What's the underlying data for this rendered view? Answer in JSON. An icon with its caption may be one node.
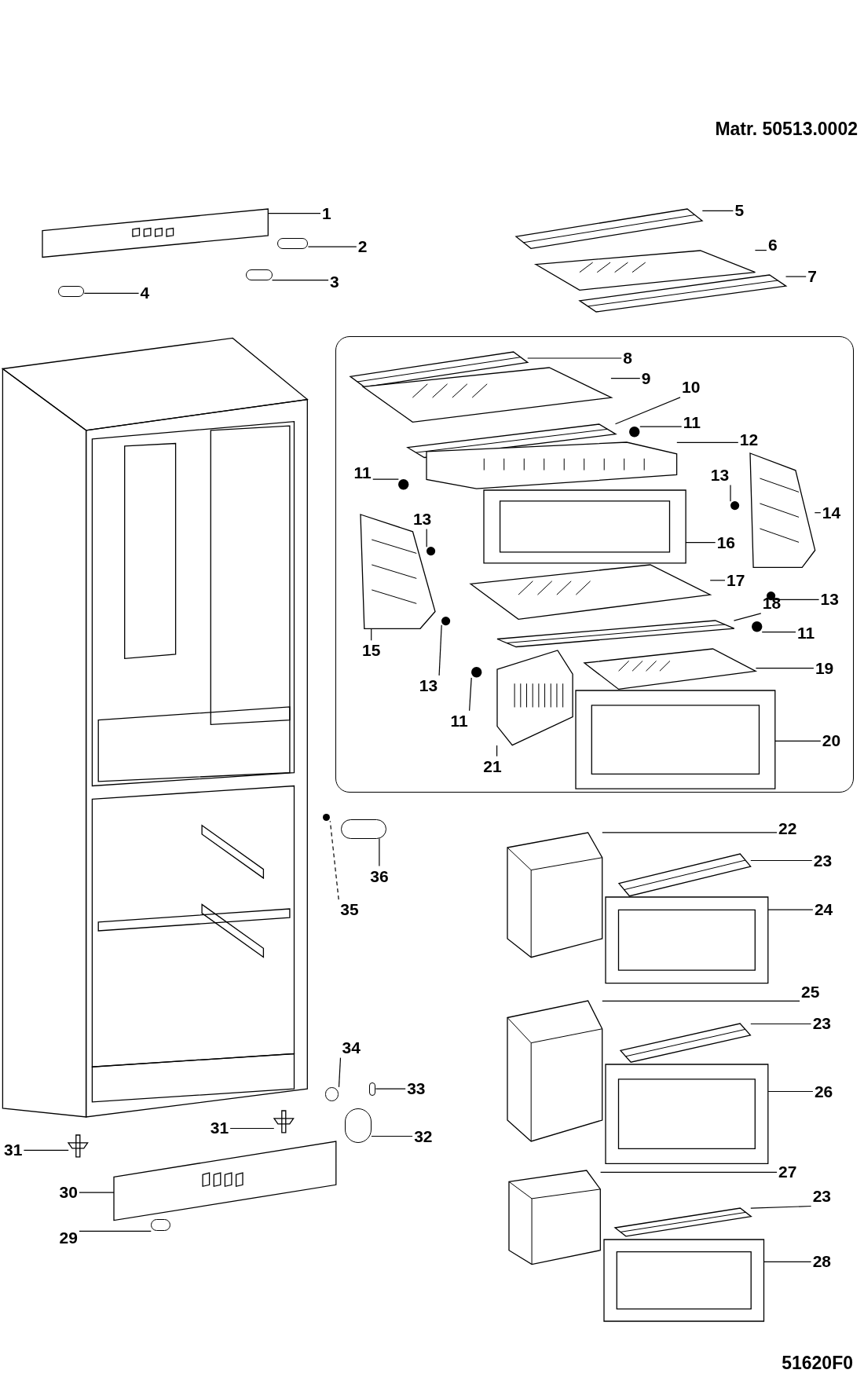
{
  "diagram": {
    "nodes": [
      {
        "text": [
          "1"
        ]
      },
      {
        "text": [],
        "shape": "picture"
      },
      {
        "text": [
          "2"
        ]
      },
      {
        "text": [],
        "shape": "box"
      },
      {
        "text": [
          "3"
        ]
      },
      {
        "text": [],
        "shape": "box"
      },
      {
        "text": [
          "4"
        ]
      },
      {
        "text": [],
        "shape": "box"
      },
      {
        "text": [
          "5"
        ]
      },
      {
        "text": [],
        "shape": "picture"
      },
      {
        "text": [
          "6"
        ]
      },
      {
        "text": [],
        "shape": "picture"
      },
      {
        "text": [
          "7"
        ]
      },
      {
        "text": [],
        "shape": "picture"
      },
      {
        "text": [],
        "shape": "box"
      },
      {
        "text": [
          "8"
        ],
        "in": 14
      },
      {
        "text": [],
        "shape": "picture",
        "in": 14
      },
      {
        "text": [
          "9"
        ],
        "in": 14
      },
      {
        "text": [],
        "shape": "picture",
        "in": 14
      },
      {
        "text": [
          "10"
        ],
        "in": 14
      },
      {
        "text": [],
        "shape": "picture",
        "in": 14
      },
      {
        "text": [
          "11"
        ],
        "in": 14
      },
      {
        "text": [],
        "shape": "circle",
        "in": 14
      },
      {
        "text": [
          "12"
        ],
        "in": 14
      },
      {
        "text": [],
        "shape": "picture",
        "in": 14
      },
      {
        "text": [
          "11"
        ],
        "in": 14
      },
      {
        "text": [],
        "shape": "circle",
        "in": 14
      },
      {
        "text": [
          "13"
        ],
        "in": 14
      },
      {
        "text": [],
        "shape": "circle",
        "in": 14
      },
      {
        "text": [
          "14"
        ],
        "in": 14
      },
      {
        "text": [],
        "shape": "picture",
        "in": 14
      },
      {
        "text": [
          "16"
        ],
        "in": 14
      },
      {
        "text": [],
        "shape": "picture",
        "in": 14
      },
      {
        "text": [
          "13"
        ],
        "in": 14
      },
      {
        "text": [],
        "shape": "circle",
        "in": 14
      },
      {
        "text": [
          "15"
        ],
        "in": 14
      },
      {
        "text": [],
        "shape": "picture",
        "in": 14
      },
      {
        "text": [
          "17"
        ],
        "in": 14
      },
      {
        "text": [],
        "shape": "picture",
        "in": 14
      },
      {
        "text": [
          "13"
        ],
        "in": 14
      },
      {
        "text": [],
        "shape": "circle",
        "in": 14
      },
      {
        "text": [
          "18"
        ],
        "in": 14
      },
      {
        "text": [],
        "shape": "picture",
        "in": 14
      },
      {
        "text": [
          "11"
        ],
        "in": 14
      },
      {
        "text": [],
        "shape": "circle",
        "in": 14
      },
      {
        "text": [
          "13"
        ],
        "in": 14
      },
      {
        "text": [],
        "shape": "circle",
        "in": 14
      },
      {
        "text": [
          "19"
        ],
        "in": 14
      },
      {
        "text": [],
        "shape": "picture",
        "in": 14
      },
      {
        "text": [
          "11"
        ],
        "in": 14
      },
      {
        "text": [],
        "shape": "circle",
        "in": 14
      },
      {
        "text": [
          "21"
        ],
        "in": 14
      },
      {
        "text": [],
        "shape": "picture",
        "in": 14
      },
      {
        "text": [
          "20"
        ],
        "in": 14
      },
      {
        "text": [],
        "shape": "picture",
        "in": 14
      },
      {
        "text": [
          "22"
        ]
      },
      {
        "text": [],
        "shape": "picture"
      },
      {
        "text": [
          "23"
        ]
      },
      {
        "text": [],
        "shape": "picture"
      },
      {
        "text": [
          "24"
        ]
      },
      {
        "text": [],
        "shape": "picture"
      },
      {
        "text": [
          "25"
        ]
      },
      {
        "text": [],
        "shape": "picture"
      },
      {
        "text": [
          "23"
        ]
      },
      {
        "text": [],
        "shape": "picture"
      },
      {
        "text": [
          "26"
        ]
      },
      {
        "text": [],
        "shape": "picture"
      },
      {
        "text": [
          "27"
        ]
      },
      {
        "text": [],
        "shape": "picture"
      },
      {
        "text": [
          "23"
        ]
      },
      {
        "text": [],
        "shape": "picture"
      },
      {
        "text": [
          "28"
        ]
      },
      {
        "text": [],
        "shape": "picture"
      },
      {
        "text": [
          "34"
        ]
      },
      {
        "text": [],
        "shape": "box"
      },
      {
        "text": [
          "33"
        ]
      },
      {
        "text": [],
        "shape": "box"
      },
      {
        "text": [
          "35"
        ]
      },
      {
        "text": [],
        "shape": "circle"
      },
      {
        "text": [
          "36"
        ]
      },
      {
        "text": [],
        "shape": "box"
      },
      {
        "text": [
          "31"
        ]
      },
      {
        "text": [],
        "shape": "picture"
      },
      {
        "text": [
          "31"
        ]
      },
      {
        "text": [],
        "shape": "picture"
      },
      {
        "text": [
          "32"
        ]
      },
      {
        "text": [],
        "shape": "box"
      },
      {
        "text": [
          "30"
        ]
      },
      {
        "text": [],
        "shape": "picture"
      },
      {
        "text": [
          "29"
        ]
      },
      {
        "text": [],
        "shape": "box"
      }
    ],
    "edges": [
      {
        "from": 0,
        "to": 1,
        "arrow": "none"
      },
      {
        "from": 2,
        "to": 3,
        "arrow": "none"
      },
      {
        "from": 4,
        "to": 5,
        "arrow": "none"
      },
      {
        "from": 6,
        "to": 7,
        "arrow": "none"
      },
      {
        "from": 8,
        "to": 9,
        "arrow": "none"
      },
      {
        "from": 10,
        "to": 11,
        "arrow": "none"
      },
      {
        "from": 12,
        "to": 13,
        "arrow": "none"
      },
      {
        "from": 15,
        "to": 16,
        "arrow": "none"
      },
      {
        "from": 17,
        "to": 18,
        "arrow": "none"
      },
      {
        "from": 19,
        "to": 20,
        "arrow": "none"
      },
      {
        "from": 21,
        "to": 22,
        "arrow": "none"
      },
      {
        "from": 23,
        "to": 24,
        "arrow": "none"
      },
      {
        "from": 25,
        "to": 26,
        "arrow": "none"
      },
      {
        "from": 27,
        "to": 28,
        "arrow": "none"
      },
      {
        "from": 29,
        "to": 30,
        "arrow": "none"
      },
      {
        "from": 31,
        "to": 32,
        "arrow": "none"
      },
      {
        "from": 33,
        "to": 34,
        "arrow": "none"
      },
      {
        "from": 35,
        "to": 36,
        "arrow": "none"
      },
      {
        "from": 37,
        "to": 38,
        "arrow": "none"
      },
      {
        "from": 39,
        "to": 40,
        "arrow": "none"
      },
      {
        "from": 41,
        "to": 42,
        "arrow": "none"
      },
      {
        "from": 43,
        "to": 44,
        "arrow": "none"
      },
      {
        "from": 45,
        "to": 46,
        "arrow": "none"
      },
      {
        "from": 47,
        "to": 48,
        "arrow": "none"
      },
      {
        "from": 49,
        "to": 50,
        "arrow": "none"
      },
      {
        "from": 51,
        "to": 52,
        "arrow": "none"
      },
      {
        "from": 53,
        "to": 54,
        "arrow": "none"
      },
      {
        "from": 55,
        "to": 56,
        "arrow": "none"
      },
      {
        "from": 57,
        "to": 58,
        "arrow": "none"
      },
      {
        "from": 59,
        "to": 60,
        "arrow": "none"
      },
      {
        "from": 61,
        "to": 62,
        "arrow": "none"
      },
      {
        "from": 63,
        "to": 64,
        "arrow": "none"
      },
      {
        "from": 65,
        "to": 66,
        "arrow": "none"
      },
      {
        "from": 67,
        "to": 68,
        "arrow": "none"
      },
      {
        "from": 69,
        "to": 70,
        "arrow": "none"
      },
      {
        "from": 71,
        "to": 72,
        "arrow": "none"
      },
      {
        "from": 73,
        "to": 74,
        "arrow": "none"
      },
      {
        "from": 75,
        "to": 76,
        "arrow": "none"
      },
      {
        "from": 77,
        "to": 78,
        "arrow": "none",
        "style": "dashed"
      },
      {
        "from": 79,
        "to": 80,
        "arrow": "none"
      },
      {
        "from": 81,
        "to": 82,
        "arrow": "none"
      },
      {
        "from": 83,
        "to": 84,
        "arrow": "none"
      },
      {
        "from": 85,
        "to": 86,
        "arrow": "none"
      },
      {
        "from": 87,
        "to": 88,
        "arrow": "none"
      },
      {
        "from": 89,
        "to": 90,
        "arrow": "none"
      }
    ],
    "labels": [
      "Matr. 50513.0002",
      "51620F0"
    ]
  }
}
